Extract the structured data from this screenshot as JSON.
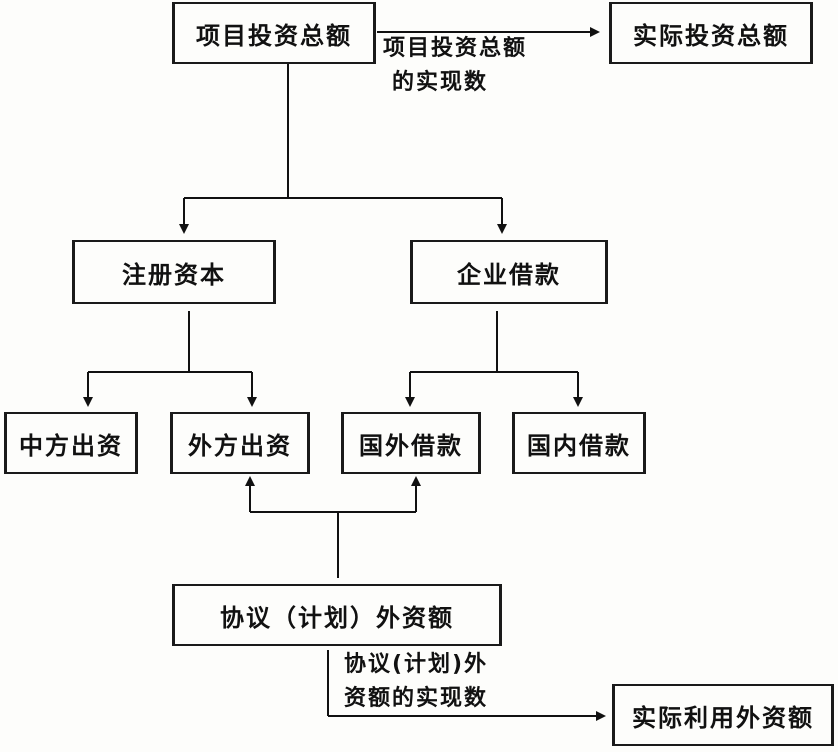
{
  "nodes": {
    "total_investment": "项目投资总额",
    "actual_investment": "实际投资总额",
    "registered_capital": "注册资本",
    "enterprise_loans": "企业借款",
    "chinese_contribution": "中方出资",
    "foreign_contribution": "外方出资",
    "foreign_loans": "国外借款",
    "domestic_loans": "国内借款",
    "agreed_foreign_capital": "协议（计划）外资额",
    "actual_foreign_capital_used": "实际利用外资额"
  },
  "edge_labels": {
    "total_realized_line1": "项目投资总额",
    "total_realized_line2": "的实现数",
    "agreed_realized_line1": "协议(计划)外",
    "agreed_realized_line2": "资额的实现数"
  }
}
